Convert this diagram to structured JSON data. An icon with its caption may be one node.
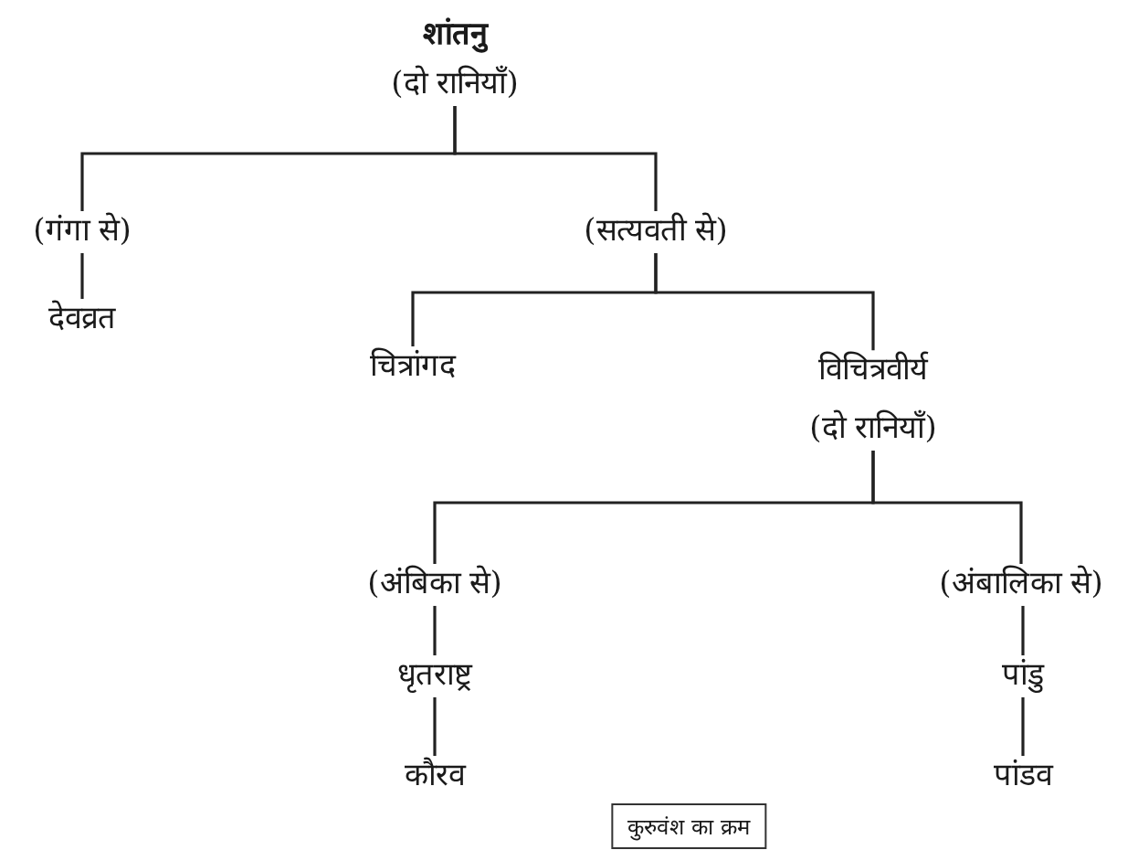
{
  "diagram": {
    "caption": "कुरुवंश का क्रम",
    "nodes": [
      {
        "text": [
          "शांतनु",
          "(दो रानियाँ)"
        ]
      },
      {
        "text": [
          "(गंगा से)"
        ]
      },
      {
        "text": [
          "देवव्रत"
        ]
      },
      {
        "text": [
          "(सत्यवती से)"
        ]
      },
      {
        "text": [
          "चित्रांगद"
        ]
      },
      {
        "text": [
          "विचित्रवीर्य",
          "(दो रानियाँ)"
        ]
      },
      {
        "text": [
          "(अंबिका से)"
        ]
      },
      {
        "text": [
          "धृतराष्ट्र"
        ]
      },
      {
        "text": [
          "कौरव"
        ]
      },
      {
        "text": [
          "(अंबालिका से)"
        ]
      },
      {
        "text": [
          "पांडु"
        ]
      },
      {
        "text": [
          "पांडव"
        ]
      }
    ],
    "edges": [
      {
        "from": 0,
        "to": 1,
        "arrow": "none"
      },
      {
        "from": 0,
        "to": 3,
        "arrow": "none"
      },
      {
        "from": 1,
        "to": 2,
        "arrow": "none"
      },
      {
        "from": 3,
        "to": 4,
        "arrow": "none"
      },
      {
        "from": 3,
        "to": 5,
        "arrow": "none"
      },
      {
        "from": 5,
        "to": 6,
        "arrow": "none"
      },
      {
        "from": 5,
        "to": 9,
        "arrow": "none"
      },
      {
        "from": 6,
        "to": 7,
        "arrow": "none"
      },
      {
        "from": 7,
        "to": 8,
        "arrow": "none"
      },
      {
        "from": 9,
        "to": 10,
        "arrow": "none"
      },
      {
        "from": 10,
        "to": 11,
        "arrow": "none"
      }
    ]
  }
}
